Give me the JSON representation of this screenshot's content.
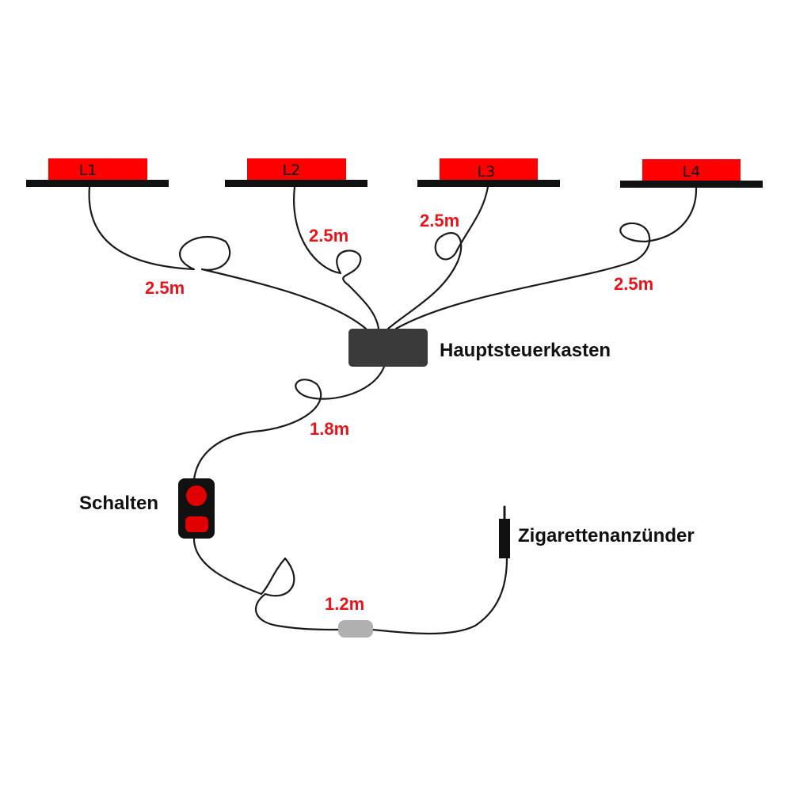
{
  "colors": {
    "lamp_red": "#ff0000",
    "lamp_base": "#111111",
    "length_text": "#e8141b",
    "box": "#3a3a3a",
    "switch_button": "#e00000",
    "connector": "#b0b0b0",
    "wire": "#1a1a1a"
  },
  "lamps": [
    {
      "label": "L1"
    },
    {
      "label": "L2"
    },
    {
      "label": "L3"
    },
    {
      "label": "L4"
    }
  ],
  "cable_lengths": {
    "l1": "2.5m",
    "l2": "2.5m",
    "l3": "2.5m",
    "l4": "2.5m",
    "control_to_switch": "1.8m",
    "switch_to_plug": "1.2m"
  },
  "components": {
    "control_box": "Hauptsteuerkasten",
    "switch": "Schalten",
    "plug": "Zigarettenanzünder"
  }
}
